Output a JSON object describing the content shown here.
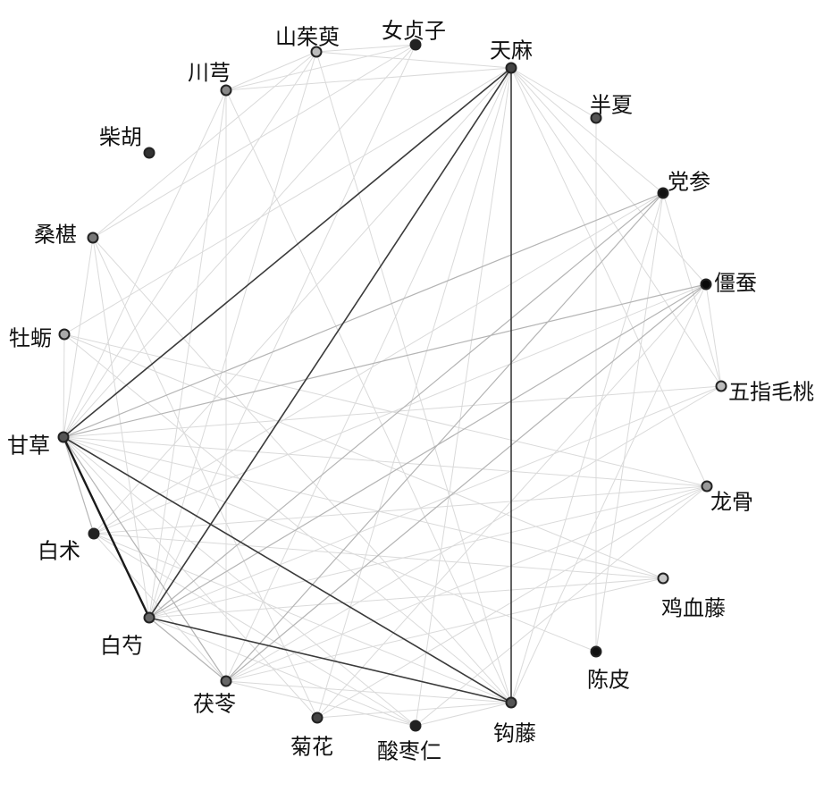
{
  "network": {
    "nodes": [
      {
        "id": "tianma",
        "label": "天麻",
        "fill": "#444444"
      },
      {
        "id": "banxia",
        "label": "半夏",
        "fill": "#555555"
      },
      {
        "id": "dangshen",
        "label": "党参",
        "fill": "#111111"
      },
      {
        "id": "jiangcan",
        "label": "僵蚕",
        "fill": "#0a0a0a"
      },
      {
        "id": "wuzhimaotao",
        "label": "五指毛桃",
        "fill": "#bbbbbb"
      },
      {
        "id": "longgu",
        "label": "龙骨",
        "fill": "#999999"
      },
      {
        "id": "jixueteng",
        "label": "鸡血藤",
        "fill": "#c8c8c8"
      },
      {
        "id": "chenpi",
        "label": "陈皮",
        "fill": "#111111"
      },
      {
        "id": "gouteng",
        "label": "钩藤",
        "fill": "#555555"
      },
      {
        "id": "suanzaoren",
        "label": "酸枣仁",
        "fill": "#222222"
      },
      {
        "id": "juhua",
        "label": "菊花",
        "fill": "#444444"
      },
      {
        "id": "fuling",
        "label": "茯苓",
        "fill": "#666666"
      },
      {
        "id": "baishao",
        "label": "白芍",
        "fill": "#666666"
      },
      {
        "id": "baizhu",
        "label": "白术",
        "fill": "#222222"
      },
      {
        "id": "gancao",
        "label": "甘草",
        "fill": "#555555"
      },
      {
        "id": "muli",
        "label": "牡蛎",
        "fill": "#aaaaaa"
      },
      {
        "id": "sangshen",
        "label": "桑椹",
        "fill": "#777777"
      },
      {
        "id": "chaihu",
        "label": "柴胡",
        "fill": "#333333"
      },
      {
        "id": "chuanxiong",
        "label": "川芎",
        "fill": "#888888"
      },
      {
        "id": "shanzhuyu",
        "label": "山茱萸",
        "fill": "#bbbbbb"
      },
      {
        "id": "nvzhenzi",
        "label": "女贞子",
        "fill": "#222222"
      }
    ],
    "edges": [
      {
        "source": "gancao",
        "target": "baishao",
        "weight": 5
      },
      {
        "source": "gancao",
        "target": "tianma",
        "weight": 4
      },
      {
        "source": "baishao",
        "target": "tianma",
        "weight": 4
      },
      {
        "source": "tianma",
        "target": "gouteng",
        "weight": 4
      },
      {
        "source": "gancao",
        "target": "gouteng",
        "weight": 4
      },
      {
        "source": "baishao",
        "target": "gouteng",
        "weight": 4
      },
      {
        "source": "gancao",
        "target": "dangshen",
        "weight": 2
      },
      {
        "source": "gancao",
        "target": "jiangcan",
        "weight": 2
      },
      {
        "source": "baishao",
        "target": "jiangcan",
        "weight": 2
      },
      {
        "source": "baishao",
        "target": "dangshen",
        "weight": 2
      },
      {
        "source": "fuling",
        "target": "jiangcan",
        "weight": 2
      },
      {
        "source": "fuling",
        "target": "dangshen",
        "weight": 2
      },
      {
        "source": "gancao",
        "target": "fuling",
        "weight": 2
      },
      {
        "source": "gancao",
        "target": "baizhu",
        "weight": 2
      },
      {
        "source": "baishao",
        "target": "fuling",
        "weight": 2
      },
      {
        "source": "gancao",
        "target": "longgu",
        "weight": 1
      },
      {
        "source": "gancao",
        "target": "wuzhimaotao",
        "weight": 1
      },
      {
        "source": "gancao",
        "target": "jixueteng",
        "weight": 1
      },
      {
        "source": "gancao",
        "target": "suanzaoren",
        "weight": 1
      },
      {
        "source": "gancao",
        "target": "juhua",
        "weight": 1
      },
      {
        "source": "gancao",
        "target": "muli",
        "weight": 1
      },
      {
        "source": "gancao",
        "target": "sangshen",
        "weight": 1
      },
      {
        "source": "gancao",
        "target": "chuanxiong",
        "weight": 1
      },
      {
        "source": "gancao",
        "target": "shanzhuyu",
        "weight": 1
      },
      {
        "source": "gancao",
        "target": "nvzhenzi",
        "weight": 1
      },
      {
        "source": "gancao",
        "target": "chenpi",
        "weight": 1
      },
      {
        "source": "baishao",
        "target": "wuzhimaotao",
        "weight": 1
      },
      {
        "source": "baishao",
        "target": "longgu",
        "weight": 1
      },
      {
        "source": "baishao",
        "target": "jixueteng",
        "weight": 1
      },
      {
        "source": "baishao",
        "target": "suanzaoren",
        "weight": 1
      },
      {
        "source": "baishao",
        "target": "chuanxiong",
        "weight": 1
      },
      {
        "source": "baishao",
        "target": "shanzhuyu",
        "weight": 1
      },
      {
        "source": "baishao",
        "target": "nvzhenzi",
        "weight": 1
      },
      {
        "source": "baishao",
        "target": "sangshen",
        "weight": 1
      },
      {
        "source": "tianma",
        "target": "banxia",
        "weight": 1
      },
      {
        "source": "tianma",
        "target": "dangshen",
        "weight": 1
      },
      {
        "source": "tianma",
        "target": "jiangcan",
        "weight": 1
      },
      {
        "source": "tianma",
        "target": "fuling",
        "weight": 1
      },
      {
        "source": "tianma",
        "target": "baizhu",
        "weight": 1
      },
      {
        "source": "tianma",
        "target": "juhua",
        "weight": 1
      },
      {
        "source": "tianma",
        "target": "chuanxiong",
        "weight": 1
      },
      {
        "source": "tianma",
        "target": "shanzhuyu",
        "weight": 1
      },
      {
        "source": "tianma",
        "target": "suanzaoren",
        "weight": 1
      },
      {
        "source": "tianma",
        "target": "longgu",
        "weight": 1
      },
      {
        "source": "tianma",
        "target": "muli",
        "weight": 1
      },
      {
        "source": "tianma",
        "target": "wuzhimaotao",
        "weight": 1
      },
      {
        "source": "gouteng",
        "target": "jiangcan",
        "weight": 1
      },
      {
        "source": "gouteng",
        "target": "dangshen",
        "weight": 1
      },
      {
        "source": "gouteng",
        "target": "fuling",
        "weight": 1
      },
      {
        "source": "gouteng",
        "target": "baizhu",
        "weight": 1
      },
      {
        "source": "gouteng",
        "target": "chuanxiong",
        "weight": 1
      },
      {
        "source": "gouteng",
        "target": "juhua",
        "weight": 1
      },
      {
        "source": "gouteng",
        "target": "shanzhuyu",
        "weight": 1
      },
      {
        "source": "gouteng",
        "target": "sangshen",
        "weight": 1
      },
      {
        "source": "gouteng",
        "target": "muli",
        "weight": 1
      },
      {
        "source": "gouteng",
        "target": "suanzaoren",
        "weight": 1
      },
      {
        "source": "fuling",
        "target": "baizhu",
        "weight": 1
      },
      {
        "source": "fuling",
        "target": "chuanxiong",
        "weight": 1
      },
      {
        "source": "fuling",
        "target": "longgu",
        "weight": 1
      },
      {
        "source": "fuling",
        "target": "wuzhimaotao",
        "weight": 1
      },
      {
        "source": "fuling",
        "target": "suanzaoren",
        "weight": 1
      },
      {
        "source": "fuling",
        "target": "jixueteng",
        "weight": 1
      },
      {
        "source": "dangshen",
        "target": "baizhu",
        "weight": 1
      },
      {
        "source": "dangshen",
        "target": "wuzhimaotao",
        "weight": 1
      },
      {
        "source": "dangshen",
        "target": "chenpi",
        "weight": 1
      },
      {
        "source": "jiangcan",
        "target": "baizhu",
        "weight": 1
      },
      {
        "source": "jiangcan",
        "target": "wuzhimaotao",
        "weight": 1
      },
      {
        "source": "jiangcan",
        "target": "juhua",
        "weight": 1
      },
      {
        "source": "sangshen",
        "target": "nvzhenzi",
        "weight": 1
      },
      {
        "source": "sangshen",
        "target": "shanzhuyu",
        "weight": 1
      },
      {
        "source": "muli",
        "target": "longgu",
        "weight": 1
      },
      {
        "source": "muli",
        "target": "jixueteng",
        "weight": 1
      },
      {
        "source": "chuanxiong",
        "target": "shanzhuyu",
        "weight": 1
      },
      {
        "source": "chuanxiong",
        "target": "nvzhenzi",
        "weight": 1
      },
      {
        "source": "baizhu",
        "target": "longgu",
        "weight": 1
      },
      {
        "source": "baizhu",
        "target": "jixueteng",
        "weight": 1
      },
      {
        "source": "baizhu",
        "target": "suanzaoren",
        "weight": 1
      },
      {
        "source": "banxia",
        "target": "chenpi",
        "weight": 1
      },
      {
        "source": "shanzhuyu",
        "target": "nvzhenzi",
        "weight": 1
      },
      {
        "source": "suanzaoren",
        "target": "longgu",
        "weight": 1
      },
      {
        "source": "juhua",
        "target": "longgu",
        "weight": 1
      },
      {
        "source": "sangshen",
        "target": "juhua",
        "weight": 1
      }
    ]
  }
}
